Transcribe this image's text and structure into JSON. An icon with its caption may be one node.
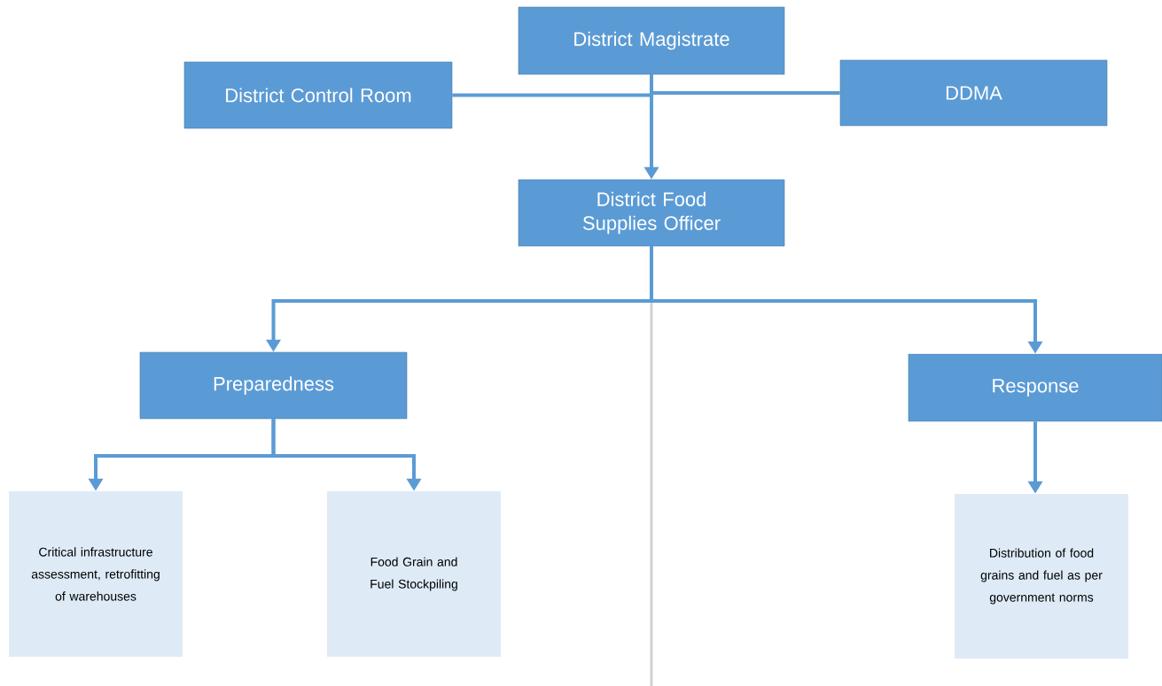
{
  "diagram": {
    "nodes": [
      {
        "text": [
          "District Magistrate"
        ]
      },
      {
        "text": [
          "District Control Room"
        ]
      },
      {
        "text": [
          "DDMA"
        ]
      },
      {
        "text": [
          "District Food Supplies Officer"
        ]
      },
      {
        "text": [
          "Preparedness"
        ]
      },
      {
        "text": [
          "Response"
        ]
      },
      {
        "text": [
          "Critical infrastructure assessment, retrofitting of warehouses"
        ]
      },
      {
        "text": [
          "Food Grain and Fuel Stockpiling"
        ]
      },
      {
        "text": [
          "Distribution of food grains and fuel as per government norms"
        ]
      }
    ],
    "edges": [
      {
        "from": 0,
        "to": 1,
        "arrow": "none"
      },
      {
        "from": 0,
        "to": 2,
        "arrow": "none"
      },
      {
        "from": 0,
        "to": 3,
        "arrow": "to"
      },
      {
        "from": 3,
        "to": 4,
        "arrow": "to"
      },
      {
        "from": 3,
        "to": 5,
        "arrow": "to"
      },
      {
        "from": 4,
        "to": 6,
        "arrow": "to"
      },
      {
        "from": 4,
        "to": 7,
        "arrow": "to"
      },
      {
        "from": 5,
        "to": 8,
        "arrow": "to"
      }
    ]
  }
}
